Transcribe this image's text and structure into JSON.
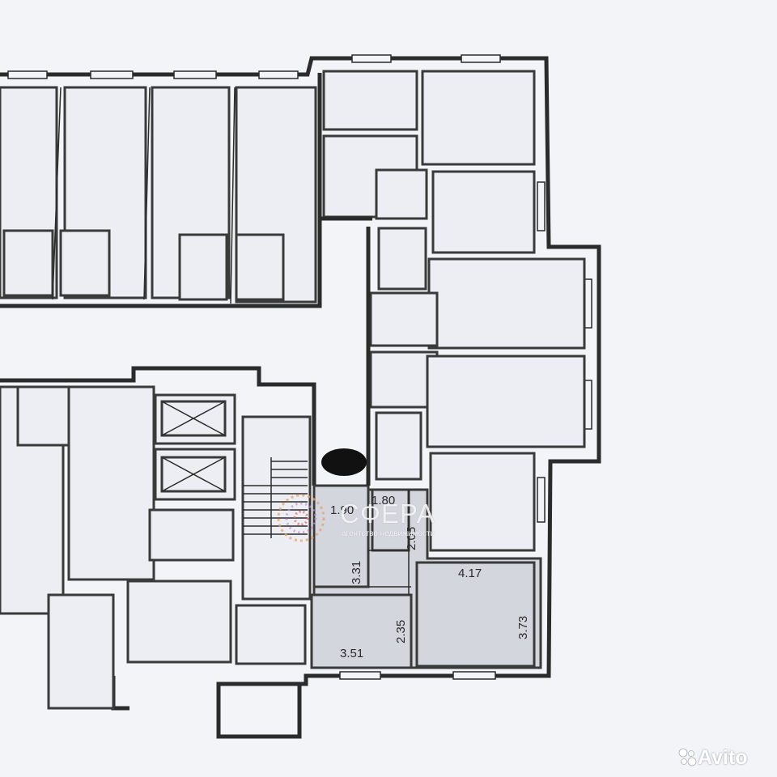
{
  "watermark": {
    "brand": "СФЕРА",
    "tagline": "агентство недвижимости"
  },
  "marketplace_logo": {
    "text": "Avito"
  },
  "dimensions": {
    "small_room_width_a": "1.90",
    "small_room_width_b": "1.80",
    "small_room_height_b": "2.05",
    "hall_length": "3.31",
    "room_width_large": "4.17",
    "room_length_large": "3.73",
    "room_length_small": "2.35",
    "room_width_small": "3.51"
  },
  "colors": {
    "paper": "#f3f4f8",
    "room_fill": "#d4d6de",
    "wall": "#2b2b2b",
    "redaction": "#111111"
  }
}
